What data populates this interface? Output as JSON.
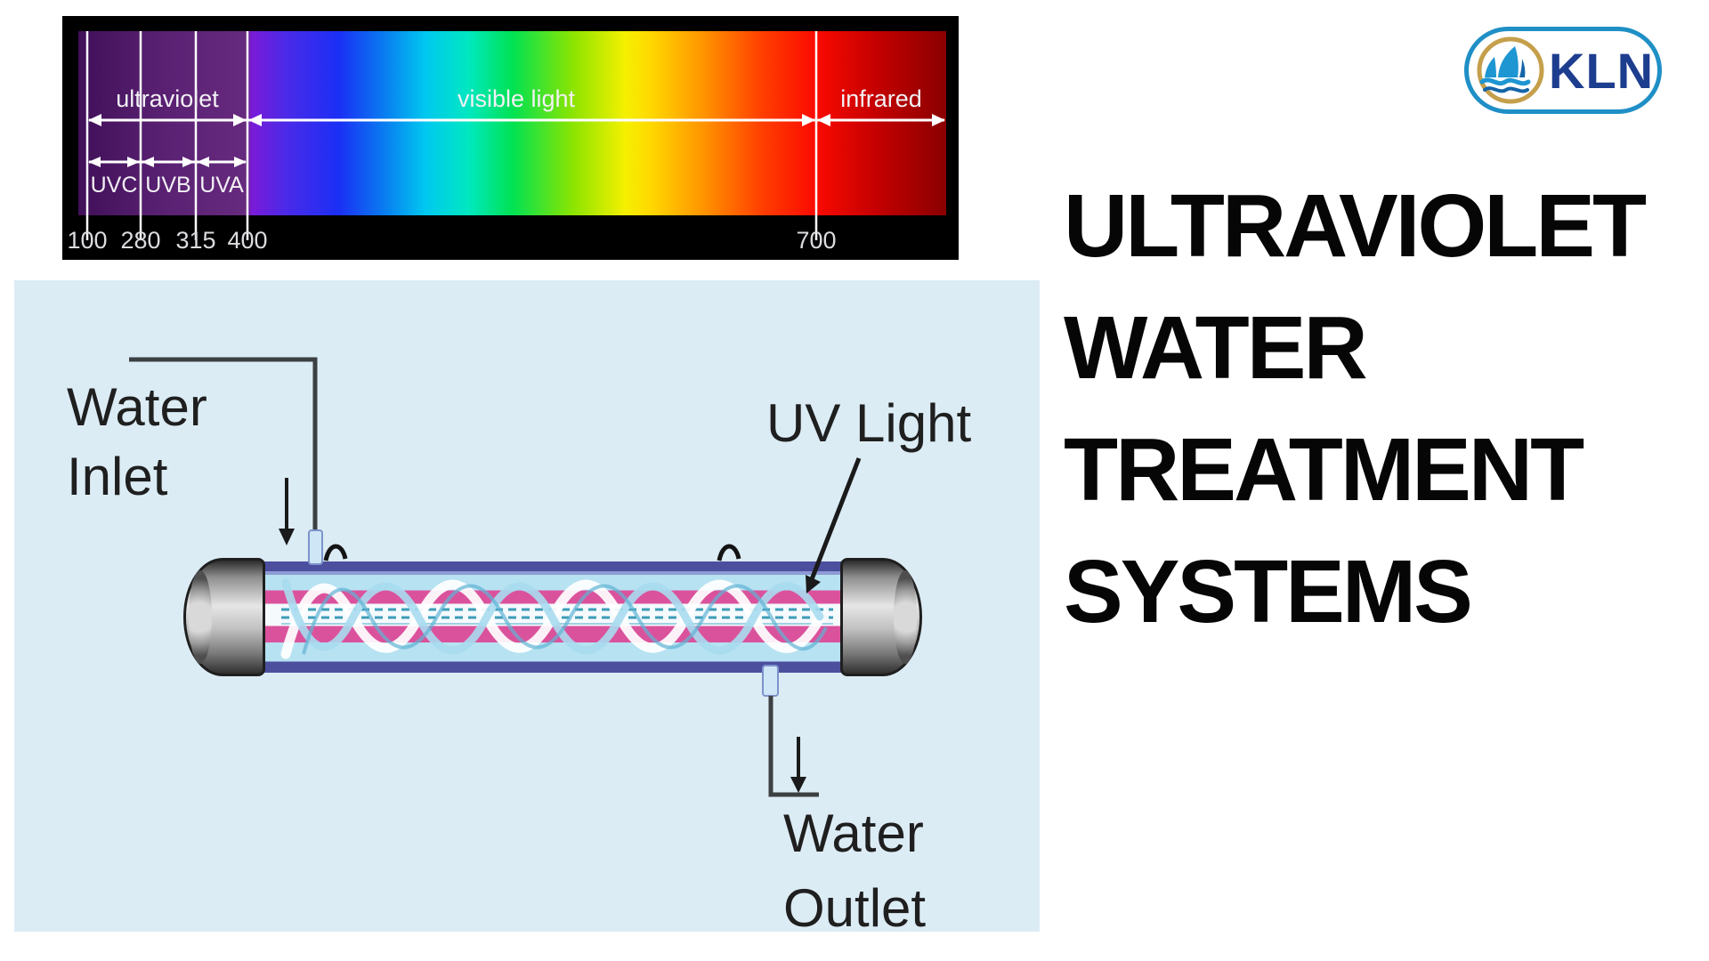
{
  "logo": {
    "text": "KLN"
  },
  "title": {
    "lines": [
      "ULTRAVIOLET",
      "WATER",
      "TREATMENT",
      "SYSTEMS"
    ]
  },
  "spectrum": {
    "regions": [
      {
        "label": "ultraviolet",
        "from_nm": 100,
        "to_nm": 400
      },
      {
        "label": "visible light",
        "from_nm": 400,
        "to_nm": 700
      },
      {
        "label": "infrared",
        "from_nm": 700
      }
    ],
    "uv_sub_bands": [
      {
        "label": "UVC",
        "from_nm": 100,
        "to_nm": 280
      },
      {
        "label": "UVB",
        "from_nm": 280,
        "to_nm": 315
      },
      {
        "label": "UVA",
        "from_nm": 315,
        "to_nm": 400
      }
    ],
    "ticks": [
      "100",
      "280",
      "315",
      "400",
      "700"
    ]
  },
  "diagram": {
    "water_inlet_line1": "Water",
    "water_inlet_line2": "Inlet",
    "uv_light": "UV Light",
    "water_outlet_line1": "Water",
    "water_outlet_line2": "Outlet"
  },
  "colors": {
    "page_background": "#ffffff",
    "spectrum_background": "#000000",
    "panel_background": "#dcecf5",
    "tube_border_blue": "#4c4f9e",
    "tube_light_blue": "#b7e2f2",
    "tube_pink": "#db529c",
    "lamp_white": "#f5fafd",
    "logo_border_blue": "#1f8fc6",
    "logo_text_navy": "#1d3d8e",
    "logo_gold_ring": "#c59f4b",
    "title_black": "#060606"
  }
}
